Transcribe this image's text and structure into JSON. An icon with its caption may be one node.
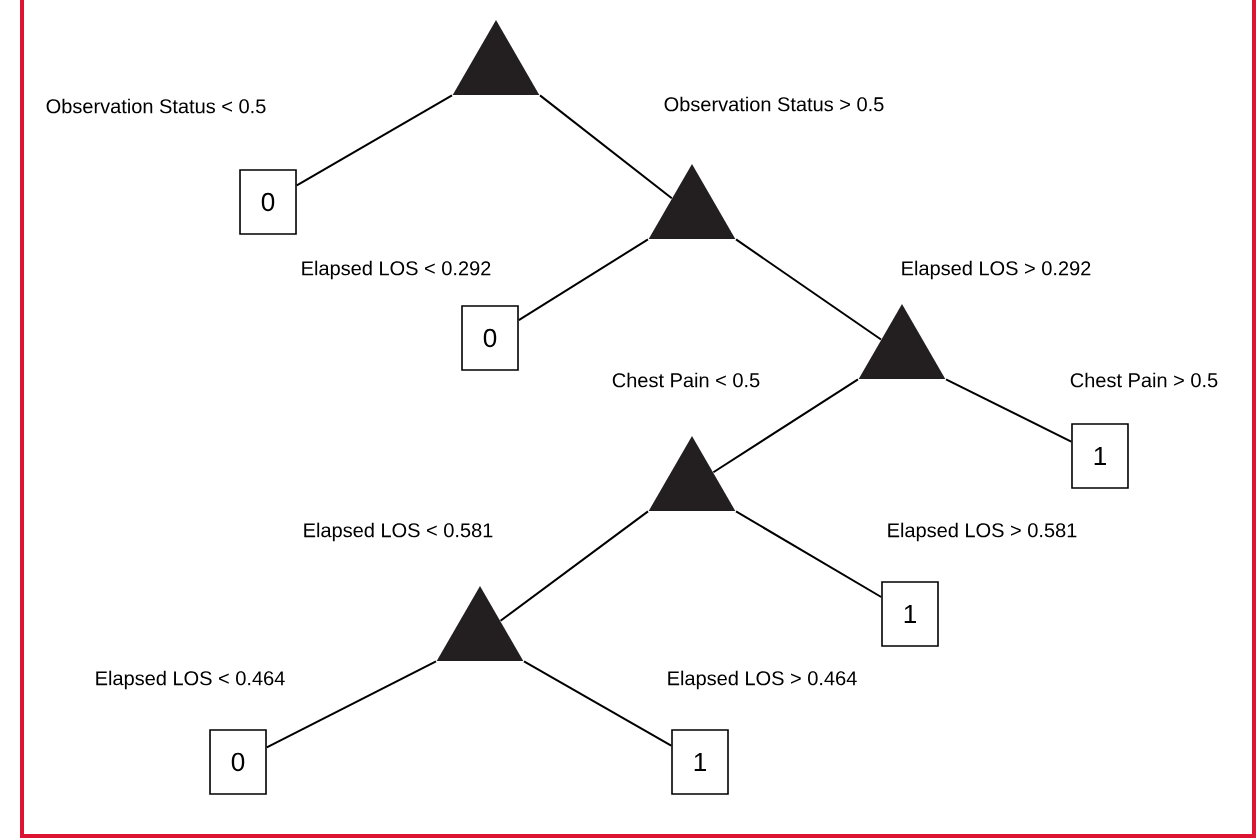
{
  "diagram": {
    "nodes": [
      {
        "text": [],
        "shape": "triangle"
      },
      {
        "text": [
          "0"
        ]
      },
      {
        "text": [],
        "shape": "triangle"
      },
      {
        "text": [
          "0"
        ]
      },
      {
        "text": [],
        "shape": "triangle"
      },
      {
        "text": [],
        "shape": "triangle"
      },
      {
        "text": [
          "1"
        ]
      },
      {
        "text": [
          "1"
        ]
      },
      {
        "text": [],
        "shape": "triangle"
      },
      {
        "text": [
          "0"
        ]
      },
      {
        "text": [
          "1"
        ]
      }
    ],
    "edges": [
      {
        "from": 0,
        "to": 1,
        "arrow": "none",
        "label": "Observation Status < 0.5"
      },
      {
        "from": 0,
        "to": 2,
        "arrow": "none",
        "label": "Observation Status > 0.5"
      },
      {
        "from": 2,
        "to": 3,
        "arrow": "none",
        "label": "Elapsed LOS < 0.292"
      },
      {
        "from": 2,
        "to": 4,
        "arrow": "none",
        "label": "Elapsed LOS > 0.292"
      },
      {
        "from": 4,
        "to": 5,
        "arrow": "none",
        "label": "Chest Pain < 0.5"
      },
      {
        "from": 4,
        "to": 6,
        "arrow": "none",
        "label": "Chest Pain > 0.5"
      },
      {
        "from": 5,
        "to": 8,
        "arrow": "none",
        "label": "Elapsed LOS < 0.581"
      },
      {
        "from": 5,
        "to": 7,
        "arrow": "none",
        "label": "Elapsed LOS > 0.581"
      },
      {
        "from": 8,
        "to": 9,
        "arrow": "none",
        "label": "Elapsed LOS < 0.464"
      },
      {
        "from": 8,
        "to": 10,
        "arrow": "none",
        "label": "Elapsed LOS > 0.464"
      }
    ]
  }
}
